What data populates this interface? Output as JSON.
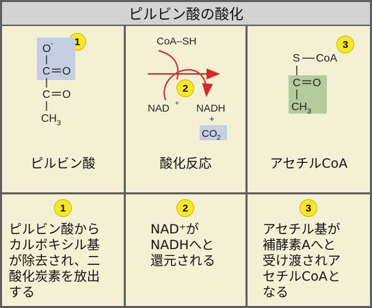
{
  "title": "ピルビン酸の酸化",
  "steps": [
    {
      "number": "1",
      "caption": "ピルビン酸",
      "structure": [
        "O",
        "-",
        "C",
        "O",
        "C",
        "O",
        "CH",
        "3"
      ],
      "description": "ピルビン酸から\nカルボキシル基\nが除去され、二\n酸化炭素を放出\nする"
    },
    {
      "number": "2",
      "caption": "酸化反応",
      "reaction": {
        "input": "CoA–SH",
        "nad": "NAD",
        "nad_sup": "+",
        "nadh": "NADH",
        "plus": "+",
        "co2": "CO",
        "co2_sub": "2"
      },
      "description": "NAD⁺が\nNADHへと\n還元される"
    },
    {
      "number": "3",
      "caption": "アセチルCoA",
      "structure": [
        "S",
        "CoA",
        "C",
        "O",
        "CH",
        "3"
      ],
      "description": "アセチル基が\n補酵素Aへと\n受け渡されア\nセチルCoAと\nなる"
    }
  ],
  "colors": {
    "frame": "#5f5f5f",
    "title_bg": "#d3d3d3",
    "panel_bg": "#f4f0d4",
    "badge": "#f6e826",
    "highlight_blue": "#c4cfe4",
    "highlight_green": "#b4cc9c",
    "arrow_red": "#d42a2a"
  }
}
